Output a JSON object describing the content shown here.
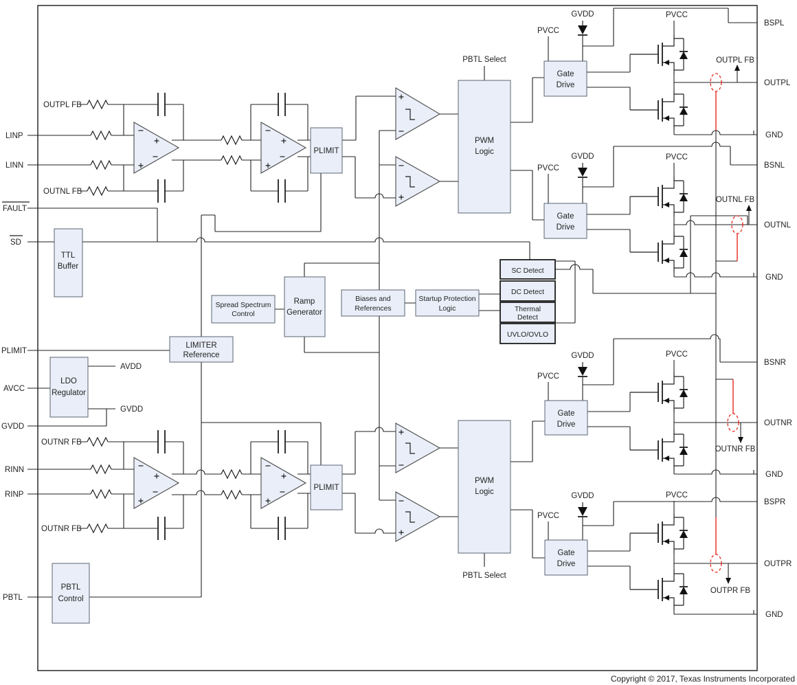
{
  "pins": {
    "left": [
      "LINP",
      "LINN",
      "FAULT",
      "SD",
      "PLIMIT",
      "AVCC",
      "GVDD",
      "RINN",
      "RINP",
      "PBTL"
    ],
    "right": [
      "BSPL",
      "OUTPL",
      "GND",
      "BSNL",
      "OUTNL",
      "GND",
      "BSNR",
      "OUTNR",
      "GND",
      "BSPR",
      "OUTPR",
      "GND"
    ]
  },
  "feedback": {
    "outpl": "OUTPL FB",
    "outnl": "OUTNL FB",
    "outnr": "OUTNR FB",
    "outpr": "OUTPR FB"
  },
  "supplies": {
    "pvcc": "PVCC",
    "gvdd": "GVDD",
    "avdd": "AVDD"
  },
  "blocks": {
    "ttl_buffer": [
      "TTL",
      "Buffer"
    ],
    "ldo": [
      "LDO",
      "Regulator"
    ],
    "limiter": [
      "LIMITER",
      "Reference"
    ],
    "spread_spectrum": [
      "Spread Spectrum",
      "Control"
    ],
    "ramp": [
      "Ramp",
      "Generator"
    ],
    "biases": [
      "Biases and",
      "References"
    ],
    "startup": [
      "Startup Protection",
      "Logic"
    ],
    "sc_detect": "SC Detect",
    "dc_detect": "DC Detect",
    "thermal_detect": [
      "Thermal",
      "Detect"
    ],
    "uvlo": "UVLO/OVLO",
    "plimit": "PLIMIT",
    "pwm": [
      "PWM",
      "Logic"
    ],
    "gate_drive": [
      "Gate",
      "Drive"
    ],
    "pbtl_control": [
      "PBTL",
      "Control"
    ],
    "pbtl_select": "PBTL Select"
  },
  "footer": {
    "copyright": "Copyright © 2017, Texas Instruments Incorporated"
  },
  "colors": {
    "block_fill": "#e9eef8",
    "block_border": "#5a6472",
    "wire": "#1f1f1f",
    "sense_red": "#e8281e"
  }
}
